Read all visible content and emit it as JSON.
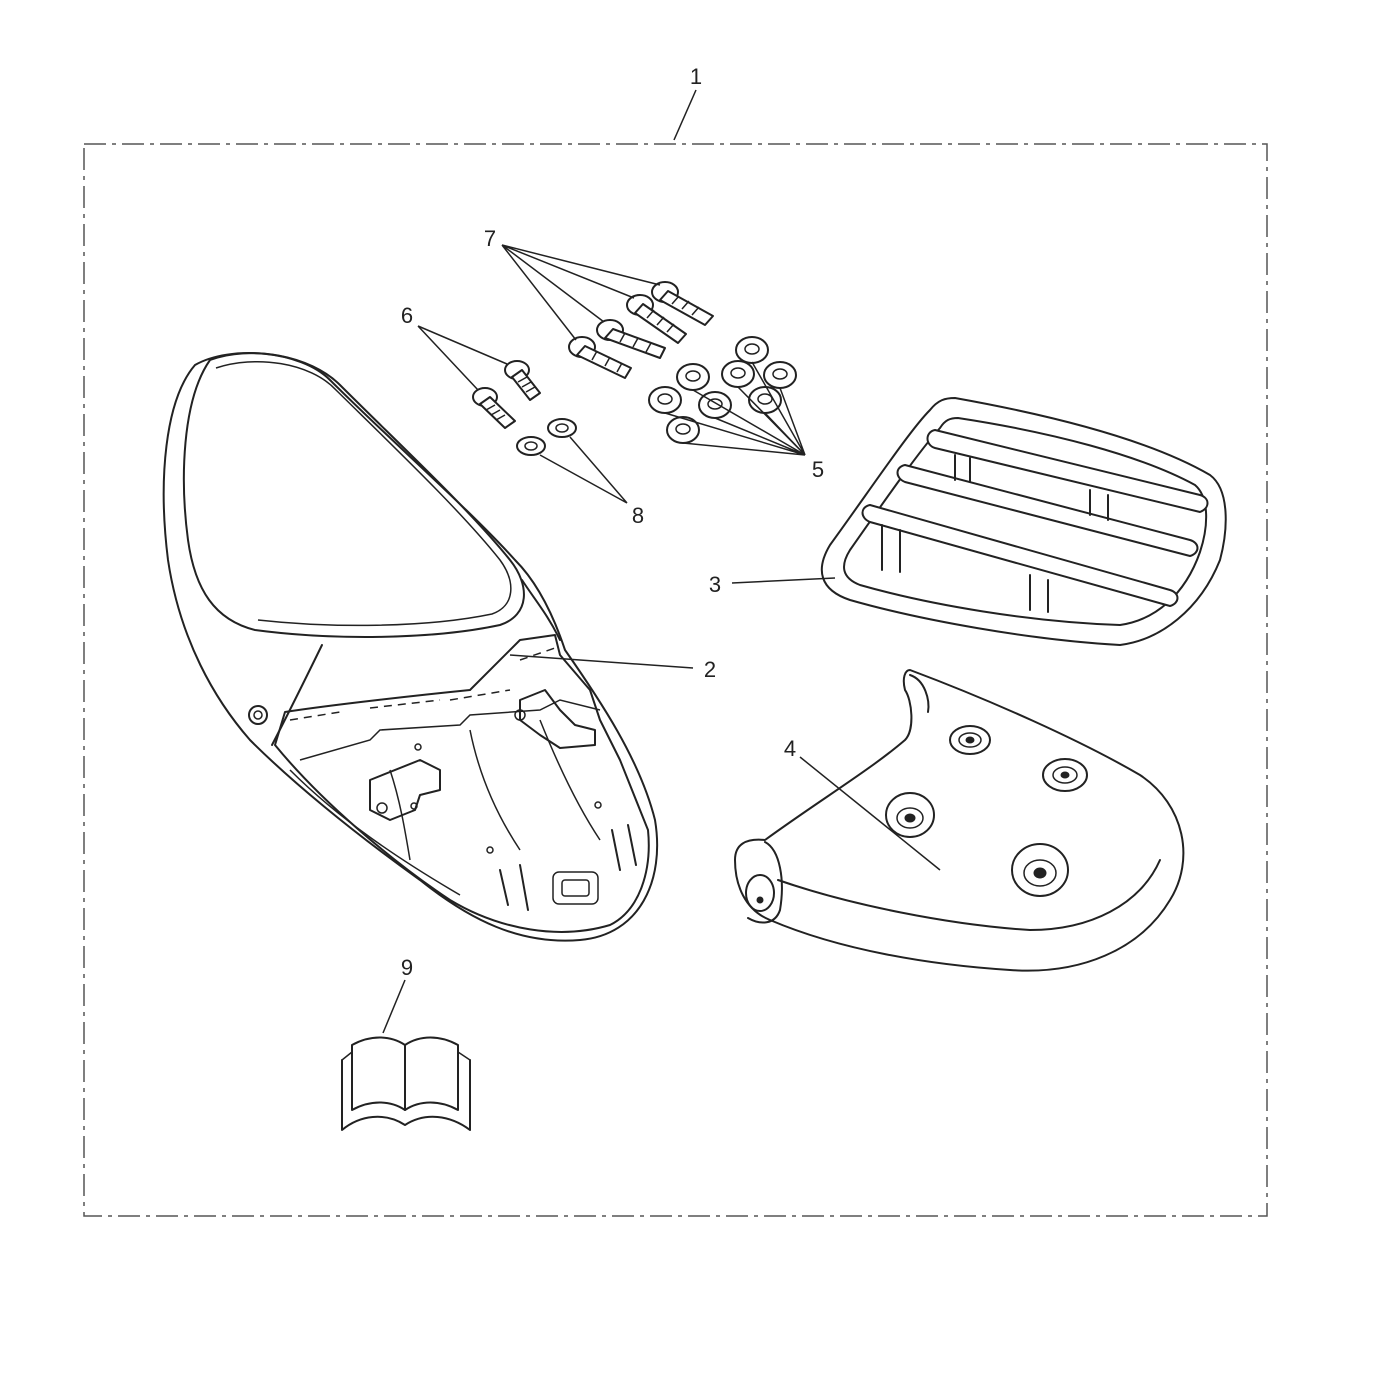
{
  "callouts": {
    "c1": "1",
    "c2": "2",
    "c3": "3",
    "c4": "4",
    "c5": "5",
    "c6": "6",
    "c7": "7",
    "c8": "8",
    "c9": "9"
  },
  "colors": {
    "line": "#222222",
    "background": "#ffffff"
  }
}
